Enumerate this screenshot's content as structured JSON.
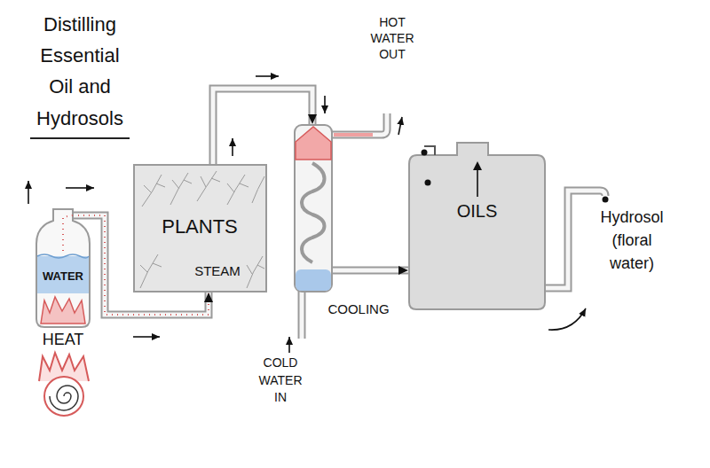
{
  "diagram": {
    "title": "Distilling Essential Oil and Hydrosols",
    "nodes": [
      {
        "text": [
          "WATER"
        ]
      },
      {
        "text": [
          "PLANTS",
          "STEAM"
        ]
      },
      {
        "text": [
          "COOLING"
        ]
      },
      {
        "text": [
          "OILS"
        ]
      }
    ],
    "edges": [
      {
        "from": 0,
        "to": 1,
        "arrow": "to"
      },
      {
        "from": 1,
        "to": 2,
        "arrow": "to"
      },
      {
        "from": 2,
        "to": 3,
        "arrow": "to"
      }
    ],
    "labels": [
      "HEAT",
      "HOT WATER OUT",
      "COLD WATER IN",
      "Hydrosol (floral water)"
    ]
  }
}
